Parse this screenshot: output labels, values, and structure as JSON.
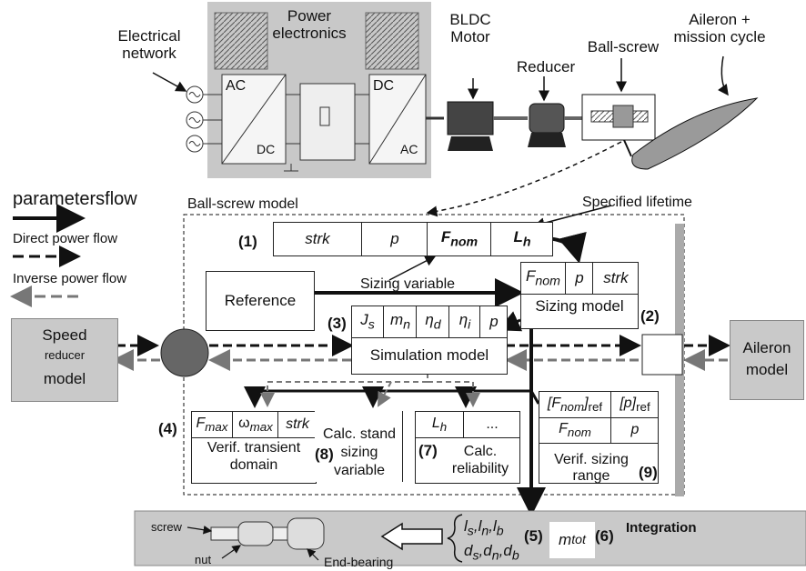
{
  "top": {
    "electrical_network": "Electrical network",
    "power_electronics": "Power electronics",
    "ac_left": "AC",
    "dc_left": "DC",
    "dc_right": "DC",
    "ac_right": "AC",
    "bldc_motor": "BLDC Motor",
    "reducer": "Reducer",
    "ball_screw": "Ball-screw",
    "aileron_mission": "Aileron + mission cycle"
  },
  "legend": {
    "parameters_flow": "parametersflow",
    "direct_power_flow": "Direct power flow",
    "inverse_power_flow": "Inverse power flow"
  },
  "model": {
    "title": "Ball-screw model",
    "specified_lifetime": "Specified lifetime",
    "sizing_variable": "Sizing variable",
    "n1": "(1)",
    "row1": [
      "strk",
      "p",
      "F",
      "nom",
      "L",
      "h"
    ],
    "reference": "Reference",
    "n2": "(2)",
    "sizing_cells": [
      "F",
      "nom",
      "p",
      "strk"
    ],
    "sizing_model": "Sizing model",
    "n3": "(3)",
    "sim_cells": [
      "J",
      "s",
      "m",
      "n",
      "η",
      "d",
      "η",
      "i",
      "p"
    ],
    "simulation_model": "Simulation model",
    "n4": "(4)",
    "verif_transient_cells": [
      "F",
      "max",
      "ω",
      "max",
      "strk"
    ],
    "verif_transient": "Verif. transient domain",
    "calc_stand": "Calc. stand sizing variable",
    "n8": "(8)",
    "reliability_cells": [
      "L",
      "h",
      "..."
    ],
    "calc_reliability": "Calc. reliability",
    "n7": "(7)",
    "range_cells": [
      "[F",
      "nom",
      "]",
      "ref",
      "[p]",
      "ref",
      "F",
      "nom",
      "p"
    ],
    "verif_sizing_range": "Verif. sizing range",
    "n9": "(9)"
  },
  "sides": {
    "speed_reducer_model_1": "Speed",
    "speed_reducer_model_2": "reducer",
    "speed_reducer_model_3": "model",
    "aileron_model_1": "Aileron",
    "aileron_model_2": "model"
  },
  "integration": {
    "title": "Integration",
    "screw": "screw",
    "nut": "nut",
    "end_bearing": "End-bearing",
    "n5": "(5)",
    "n6": "(6)",
    "vars_line1": [
      "l",
      "s",
      "l",
      "n",
      "l",
      "b"
    ],
    "vars_line2": [
      "d",
      "s",
      "d",
      "n",
      "d",
      "b"
    ],
    "mtot": [
      "m",
      "tot"
    ]
  }
}
